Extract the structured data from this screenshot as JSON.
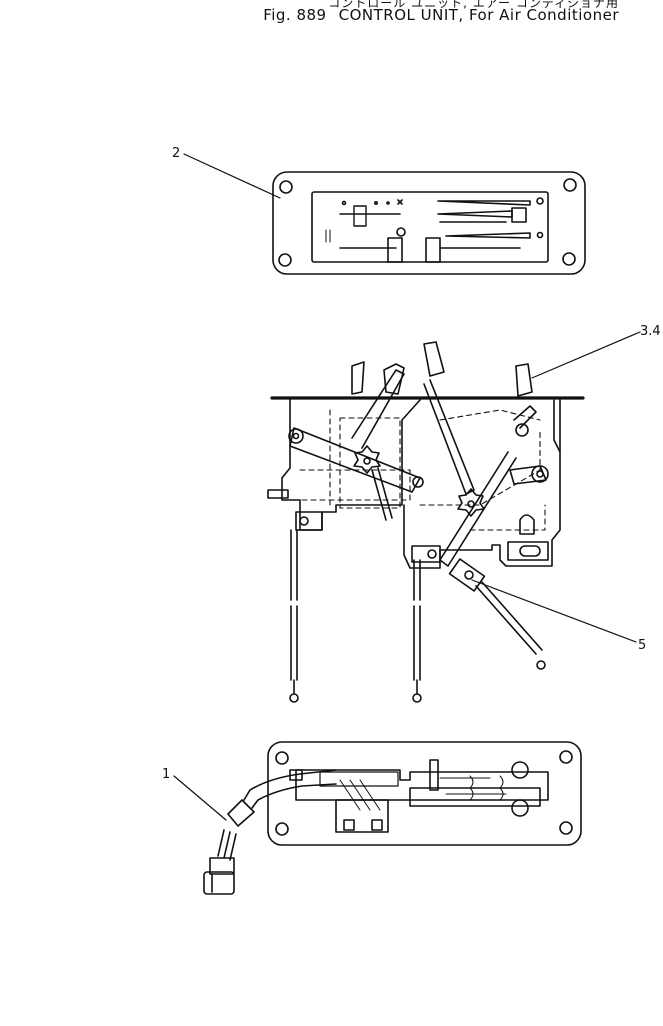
{
  "figure": {
    "jp_caption": "コントロール ユニット, エアー コンディショナ用",
    "number": "Fig. 889",
    "title": "CONTROL UNIT, For Air Conditioner"
  },
  "callouts": [
    {
      "id": "c1",
      "label": "1"
    },
    {
      "id": "c2",
      "label": "2"
    },
    {
      "id": "c34",
      "label": "3.4"
    },
    {
      "id": "c5",
      "label": "5"
    }
  ],
  "colors": {
    "ink": "#111111",
    "paper": "#ffffff"
  }
}
